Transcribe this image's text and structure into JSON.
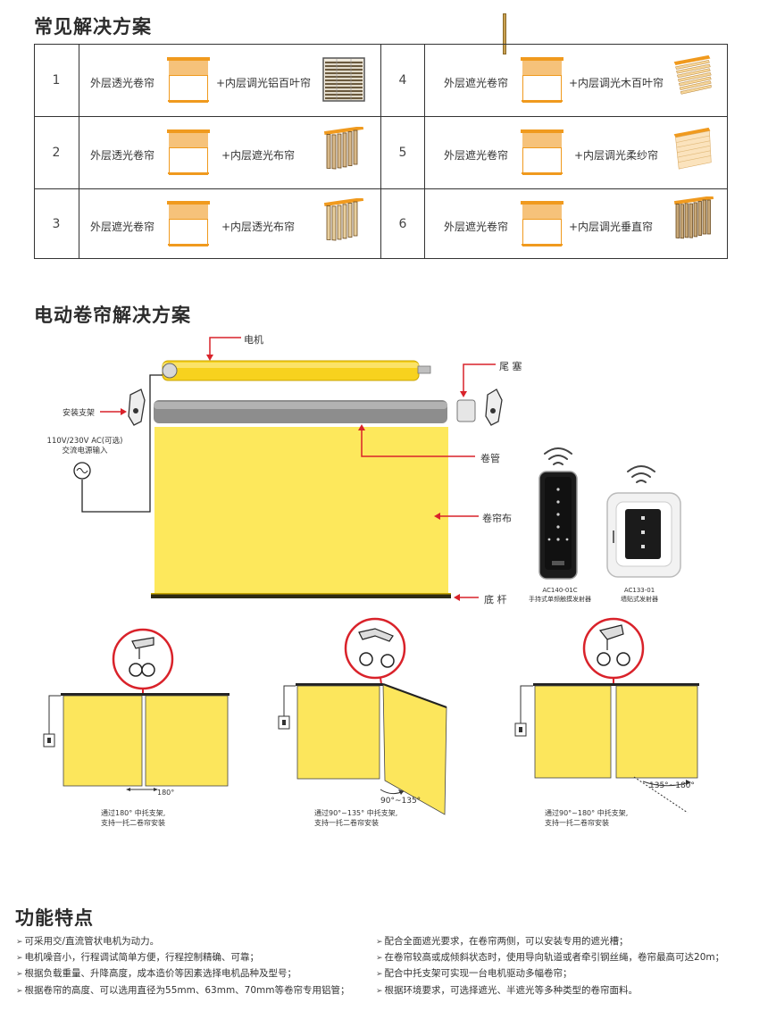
{
  "section1": {
    "title": "常见解决方案",
    "rows": [
      {
        "num": "1",
        "outer": "外层透光卷帘",
        "inner": "+内层调光铝百叶帘",
        "icon": "aluminum-venetian-blind-icon"
      },
      {
        "num": "2",
        "outer": "外层透光卷帘",
        "inner": "+内层遮光布帘",
        "icon": "vertical-blind-icon"
      },
      {
        "num": "3",
        "outer": "外层遮光卷帘",
        "inner": "+内层透光布帘",
        "icon": "vertical-blind-icon"
      },
      {
        "num": "4",
        "outer": "外层遮光卷帘",
        "inner": "+内层调光木百叶帘",
        "icon": "wood-venetian-blind-icon"
      },
      {
        "num": "5",
        "outer": "外层遮光卷帘",
        "inner": "+内层调光柔纱帘",
        "icon": "soft-gauze-blind-icon"
      },
      {
        "num": "6",
        "outer": "外层遮光卷帘",
        "inner": "+内层调光垂直帘",
        "icon": "vertical-blind-icon"
      }
    ]
  },
  "section2": {
    "title": "电动卷帘解决方案",
    "labels": {
      "motor": "电机",
      "end_plug": "尾 塞",
      "bracket": "安装支架",
      "power_line1": "110V/230V AC(可选)",
      "power_line2": "交流电源输入",
      "tube": "卷管",
      "fabric": "卷帘布",
      "bottom_rail": "底 杆"
    },
    "remote": {
      "model": "AC140-01C",
      "desc": "手持式单频触摸发射器"
    },
    "wall": {
      "model": "AC133-01",
      "desc": "墙贴式发射器"
    },
    "diagrams": [
      {
        "angle": "180°",
        "caption1": "通过180° 中托支架,",
        "caption2": "支持一托二卷帘安装"
      },
      {
        "angle": "90°~135°",
        "caption1": "通过90°~135° 中托支架,",
        "caption2": "支持一托二卷帘安装"
      },
      {
        "angle": "135°~180°",
        "caption1": "通过90°~180° 中托支架,",
        "caption2": "支持一托二卷帘安装"
      }
    ],
    "colors": {
      "fabric": "#fde85c",
      "motor": "#f7d21e",
      "arrow": "#d9222a"
    }
  },
  "section3": {
    "title": "功能特点",
    "left": [
      "可采用交/直流管状电机为动力。",
      "电机噪音小，行程调试简单方便，行程控制精确、可靠；",
      "根据负载重量、升降高度，成本造价等因素选择电机品种及型号；",
      "根据卷帘的高度、可以选用直径为55mm、63mm、70mm等卷帘专用铝管；"
    ],
    "right": [
      "配合全面遮光要求，在卷帘两侧，可以安装专用的遮光槽；",
      "在卷帘较高或成倾斜状态时，使用导向轨道或者牵引钢丝绳，卷帘最高可达20m；",
      "配合中托支架可实现一台电机驱动多幅卷帘；",
      "根据环境要求，可选择遮光、半遮光等多种类型的卷帘面料。"
    ]
  }
}
